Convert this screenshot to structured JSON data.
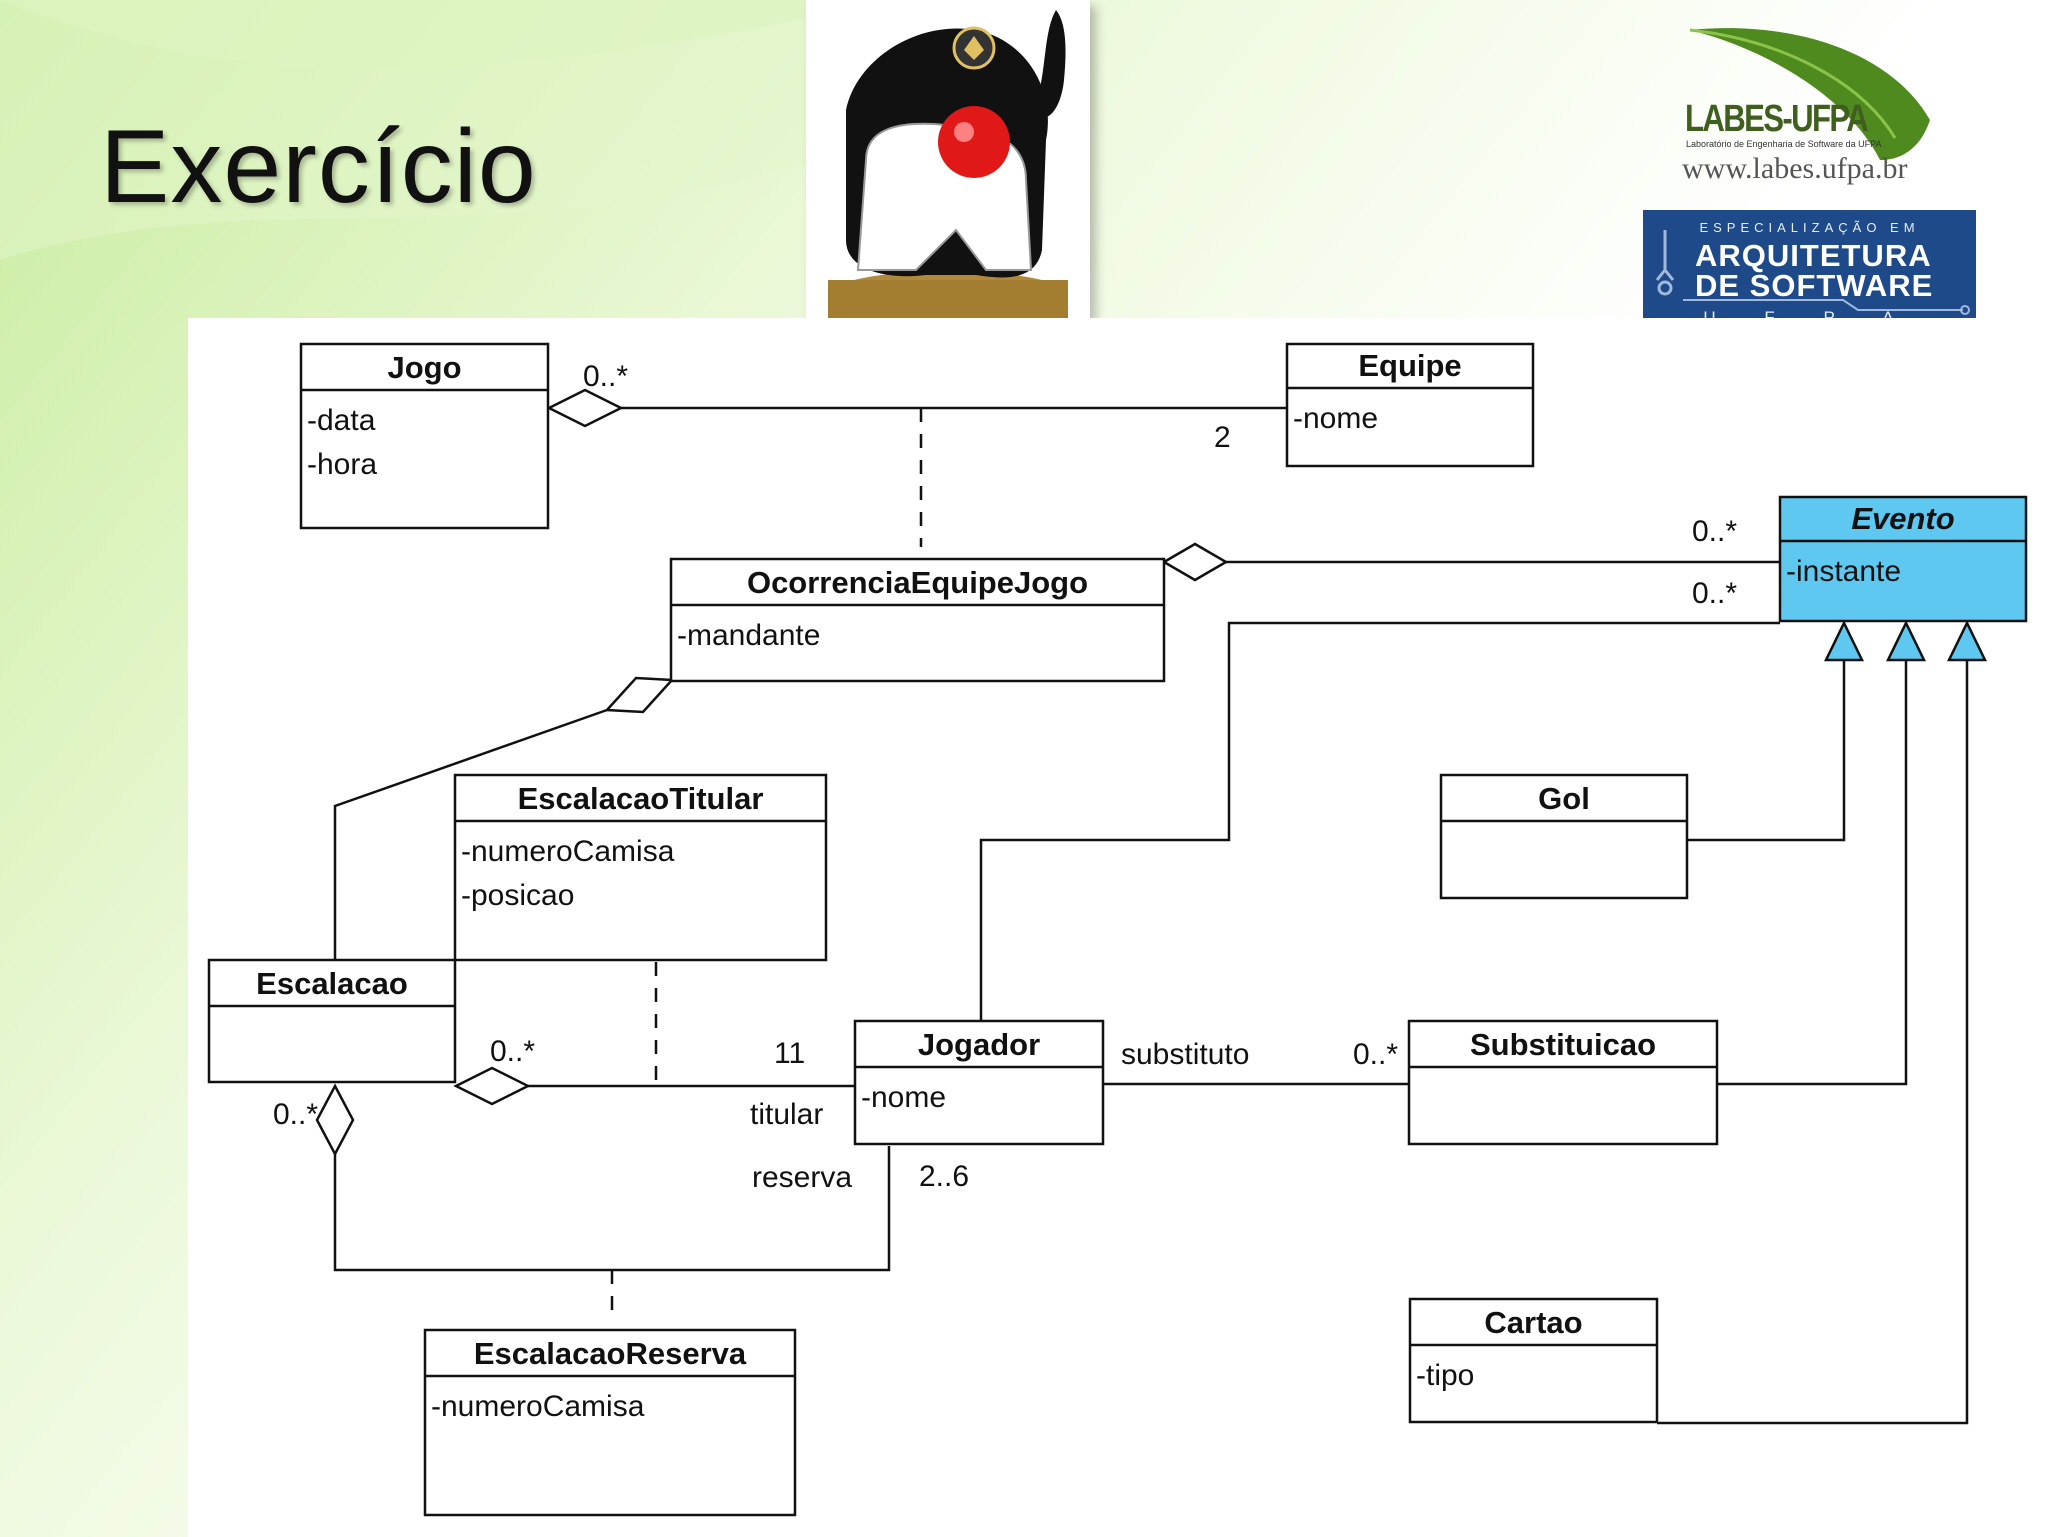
{
  "slide": {
    "title": "Exercício"
  },
  "branding": {
    "labes_name": "LABES-UFPA",
    "labes_subtitle": "Laboratório de Engenharia de Software da UFPA",
    "labes_url": "www.labes.ufpa.br",
    "course_line1": "ESPECIALIZAÇÃO EM",
    "course_line2": "ARQUITETURA",
    "course_line3": "DE SOFTWARE",
    "course_line4": "U F P A"
  },
  "colors": {
    "accent_green": "#8fce3c",
    "abstract_class_fill": "#5ec8f0",
    "badge_blue": "#1e4a8a"
  },
  "icons": {
    "mascot": "duke-mascot-icon",
    "leaf": "leaf-icon"
  },
  "diagram": {
    "classes": [
      {
        "id": "jogo",
        "name": "Jogo",
        "abstract": false,
        "attributes": [
          "-data",
          "-hora"
        ]
      },
      {
        "id": "equipe",
        "name": "Equipe",
        "abstract": false,
        "attributes": [
          "-nome"
        ]
      },
      {
        "id": "ocorrencia",
        "name": "OcorrenciaEquipeJogo",
        "abstract": false,
        "attributes": [
          "-mandante"
        ]
      },
      {
        "id": "evento",
        "name": "Evento",
        "abstract": true,
        "attributes": [
          "-instante"
        ]
      },
      {
        "id": "titular",
        "name": "EscalacaoTitular",
        "abstract": false,
        "attributes": [
          "-numeroCamisa",
          "-posicao"
        ]
      },
      {
        "id": "gol",
        "name": "Gol",
        "abstract": false,
        "attributes": []
      },
      {
        "id": "escalacao",
        "name": "Escalacao",
        "abstract": false,
        "attributes": []
      },
      {
        "id": "jogador",
        "name": "Jogador",
        "abstract": false,
        "attributes": [
          "-nome"
        ]
      },
      {
        "id": "substituicao",
        "name": "Substituicao",
        "abstract": false,
        "attributes": []
      },
      {
        "id": "reserva",
        "name": "EscalacaoReserva",
        "abstract": false,
        "attributes": [
          "-numeroCamisa"
        ]
      },
      {
        "id": "cartao",
        "name": "Cartao",
        "abstract": false,
        "attributes": [
          "-tipo"
        ]
      }
    ],
    "labels": [
      {
        "id": "jogo-mult",
        "text": "0..*"
      },
      {
        "id": "equipe-mult",
        "text": "2"
      },
      {
        "id": "evento-mult-1",
        "text": "0..*"
      },
      {
        "id": "evento-mult-2",
        "text": "0..*"
      },
      {
        "id": "titular-mult",
        "text": "0..*"
      },
      {
        "id": "titular-jog-mult",
        "text": "11"
      },
      {
        "id": "titular-role",
        "text": "titular"
      },
      {
        "id": "reserva-role",
        "text": "reserva"
      },
      {
        "id": "reserva-mult",
        "text": "2..6"
      },
      {
        "id": "escalacao-mult",
        "text": "0..*"
      },
      {
        "id": "substituto-role",
        "text": "substituto"
      },
      {
        "id": "subst-mult",
        "text": "0..*"
      }
    ]
  }
}
